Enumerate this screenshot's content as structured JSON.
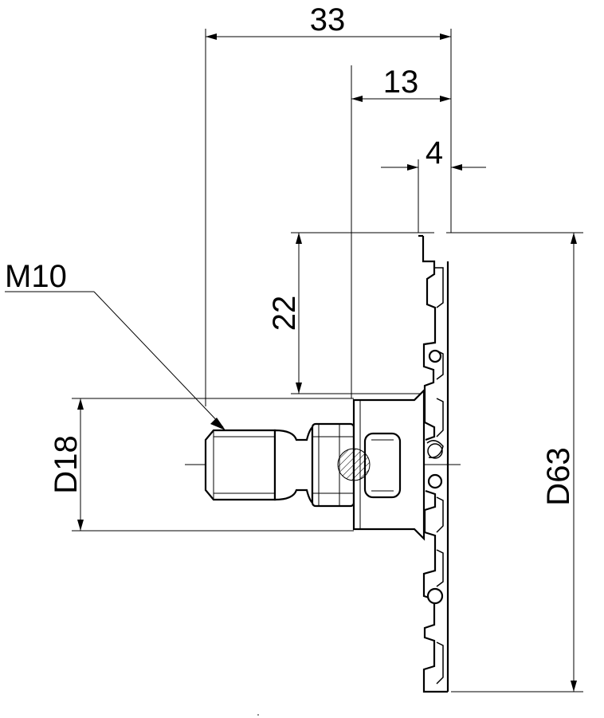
{
  "dimensions": {
    "overall_length": "33",
    "flange_length": "13",
    "cutter_width": "4",
    "cutting_depth": "22",
    "thread": "M10",
    "shank_diameter": "D18",
    "cutter_diameter": "D63"
  }
}
